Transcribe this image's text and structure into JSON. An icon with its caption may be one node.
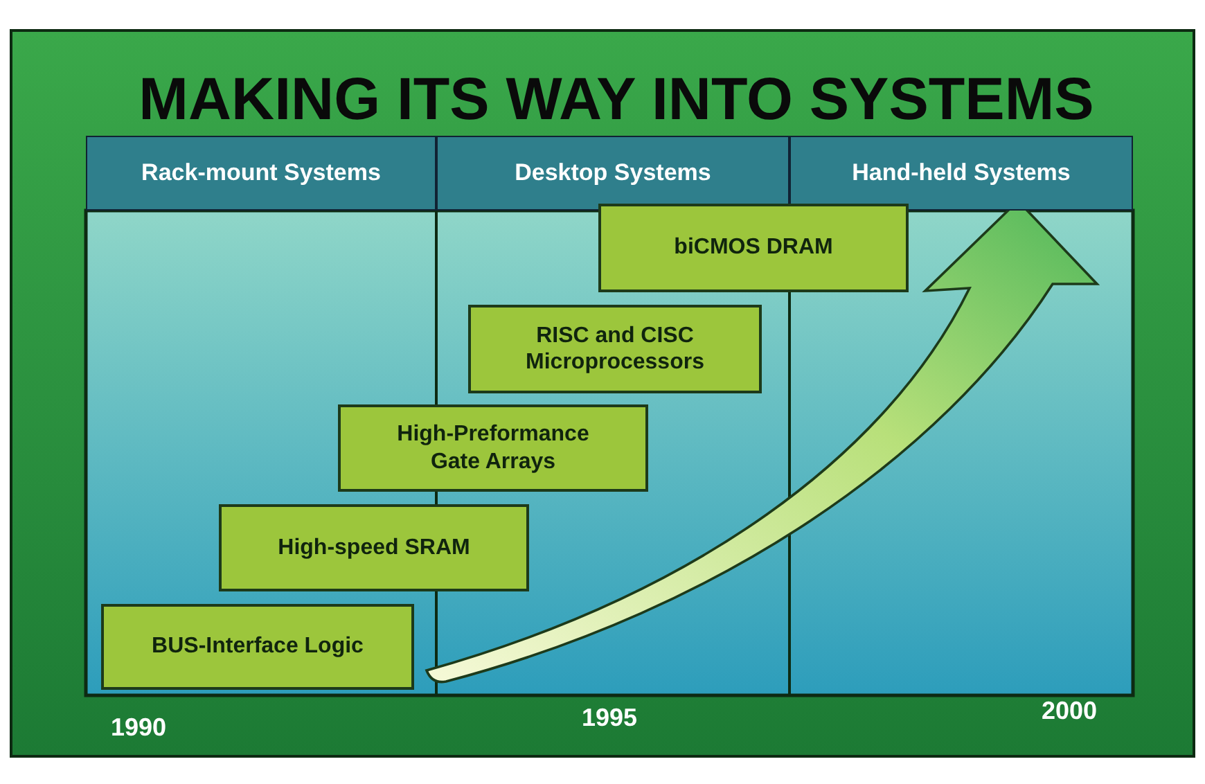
{
  "diagram": {
    "title": "MAKING ITS WAY INTO SYSTEMS",
    "nodes": [
      {
        "text": [
          "Rack-mount Systems"
        ]
      },
      {
        "text": [
          "Desktop Systems"
        ]
      },
      {
        "text": [
          "Hand-held Systems"
        ]
      },
      {
        "text": [
          "biCMOS DRAM"
        ]
      },
      {
        "text": [
          "RISC and CISC Microprocessors"
        ]
      },
      {
        "text": [
          "High-Preformance Gate Arrays"
        ]
      },
      {
        "text": [
          "High-speed SRAM"
        ]
      },
      {
        "text": [
          "BUS-Interface Logic"
        ]
      }
    ],
    "labels": [
      "1990",
      "1995",
      "2000"
    ]
  }
}
